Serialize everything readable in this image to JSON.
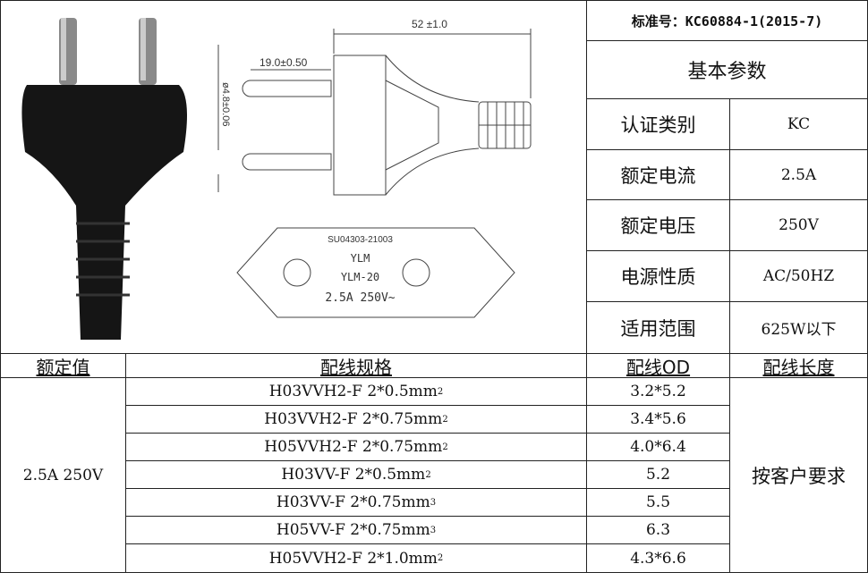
{
  "diagram": {
    "length_dim": "52 ±1.0",
    "pin_dim": "19.0±0.50",
    "pin_dia": "ø4.8±0.06",
    "face_code": "SU04303-21003",
    "face_brand": "YLM",
    "face_model": "YLM-20",
    "face_rating": "2.5A 250V~"
  },
  "spec": {
    "standard": "标准号：KC60884-1(2015-7)",
    "title": "基本参数",
    "rows": [
      {
        "label": "认证类别",
        "value": "KC"
      },
      {
        "label": "额定电流",
        "value": "2.5A"
      },
      {
        "label": "额定电压",
        "value": "250V"
      },
      {
        "label": "电源性质",
        "value": "AC/50HZ"
      },
      {
        "label": "适用范围",
        "value": "625W以下"
      }
    ]
  },
  "table": {
    "headers": [
      "额定值",
      "配线规格",
      "配线OD",
      "配线长度"
    ],
    "rating": "2.5A 250V",
    "length": "按客户要求",
    "rows": [
      {
        "spec": "H03VVH2-F 2*0.5mm",
        "sup": "2",
        "od": "3.2*5.2"
      },
      {
        "spec": "H03VVH2-F 2*0.75mm",
        "sup": "2",
        "od": "3.4*5.6"
      },
      {
        "spec": "H05VVH2-F 2*0.75mm",
        "sup": "2",
        "od": "4.0*6.4"
      },
      {
        "spec": "H03VV-F 2*0.5mm",
        "sup": "2",
        "od": "5.2"
      },
      {
        "spec": "H03VV-F 2*0.75mm",
        "sup": "3",
        "od": "5.5"
      },
      {
        "spec": "H05VV-F 2*0.75mm",
        "sup": "3",
        "od": "6.3"
      },
      {
        "spec": "H05VVH2-F 2*1.0mm",
        "sup": "2",
        "od": "4.3*6.6"
      }
    ]
  }
}
